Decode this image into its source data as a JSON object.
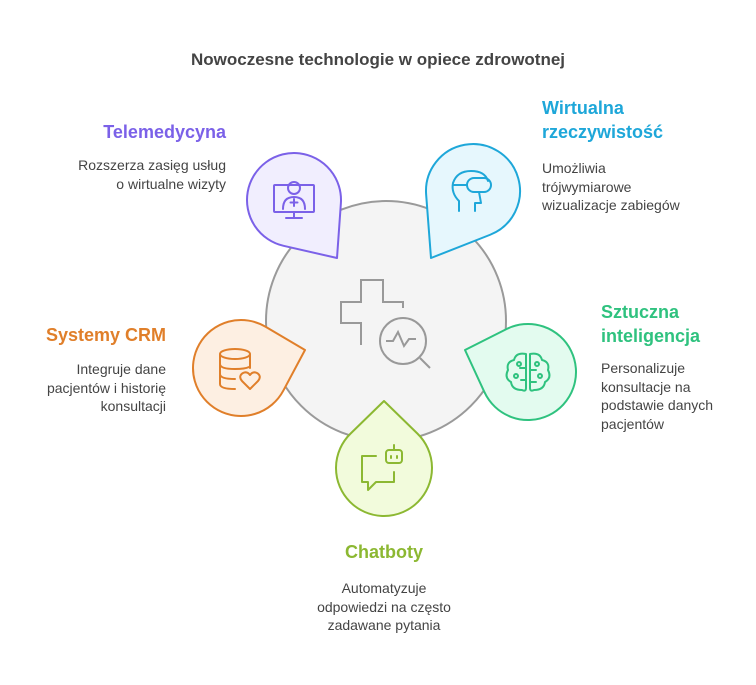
{
  "title": "Nowoczesne technologie w opiece zdrowotnej",
  "items": [
    {
      "id": "telemedycyna",
      "label": "Telemedycyna",
      "desc": [
        "Rozszerza zasięg usług",
        "o wirtualne wizyty"
      ],
      "icon": "telemedicine-monitor-icon",
      "color": "#7b61e8",
      "fill": "#f1eefe"
    },
    {
      "id": "vr",
      "label": [
        "Wirtualna",
        "rzeczywistość"
      ],
      "desc": [
        "Umożliwia",
        "trójwymiarowe",
        "wizualizacje zabiegów"
      ],
      "icon": "vr-headset-icon",
      "color": "#1ea7d9",
      "fill": "#e6f7fd"
    },
    {
      "id": "ai",
      "label": [
        "Sztuczna",
        "inteligencja"
      ],
      "desc": [
        "Personalizuje",
        "konsultacje na",
        "podstawie danych",
        "pacjentów"
      ],
      "icon": "brain-circuit-icon",
      "color": "#2fc27f",
      "fill": "#e3fbef"
    },
    {
      "id": "chatboty",
      "label": "Chatboty",
      "desc": [
        "Automatyzuje",
        "odpowiedzi na często",
        "zadawane pytania"
      ],
      "icon": "chatbot-icon",
      "color": "#8cb832",
      "fill": "#f2fbdc"
    },
    {
      "id": "crm",
      "label": "Systemy CRM",
      "desc": [
        "Integruje dane",
        "pacjentów i historię",
        "konsultacji"
      ],
      "icon": "database-heart-icon",
      "color": "#e07f2a",
      "fill": "#fdefe2"
    }
  ],
  "center_icon": "medical-cross-search-icon"
}
